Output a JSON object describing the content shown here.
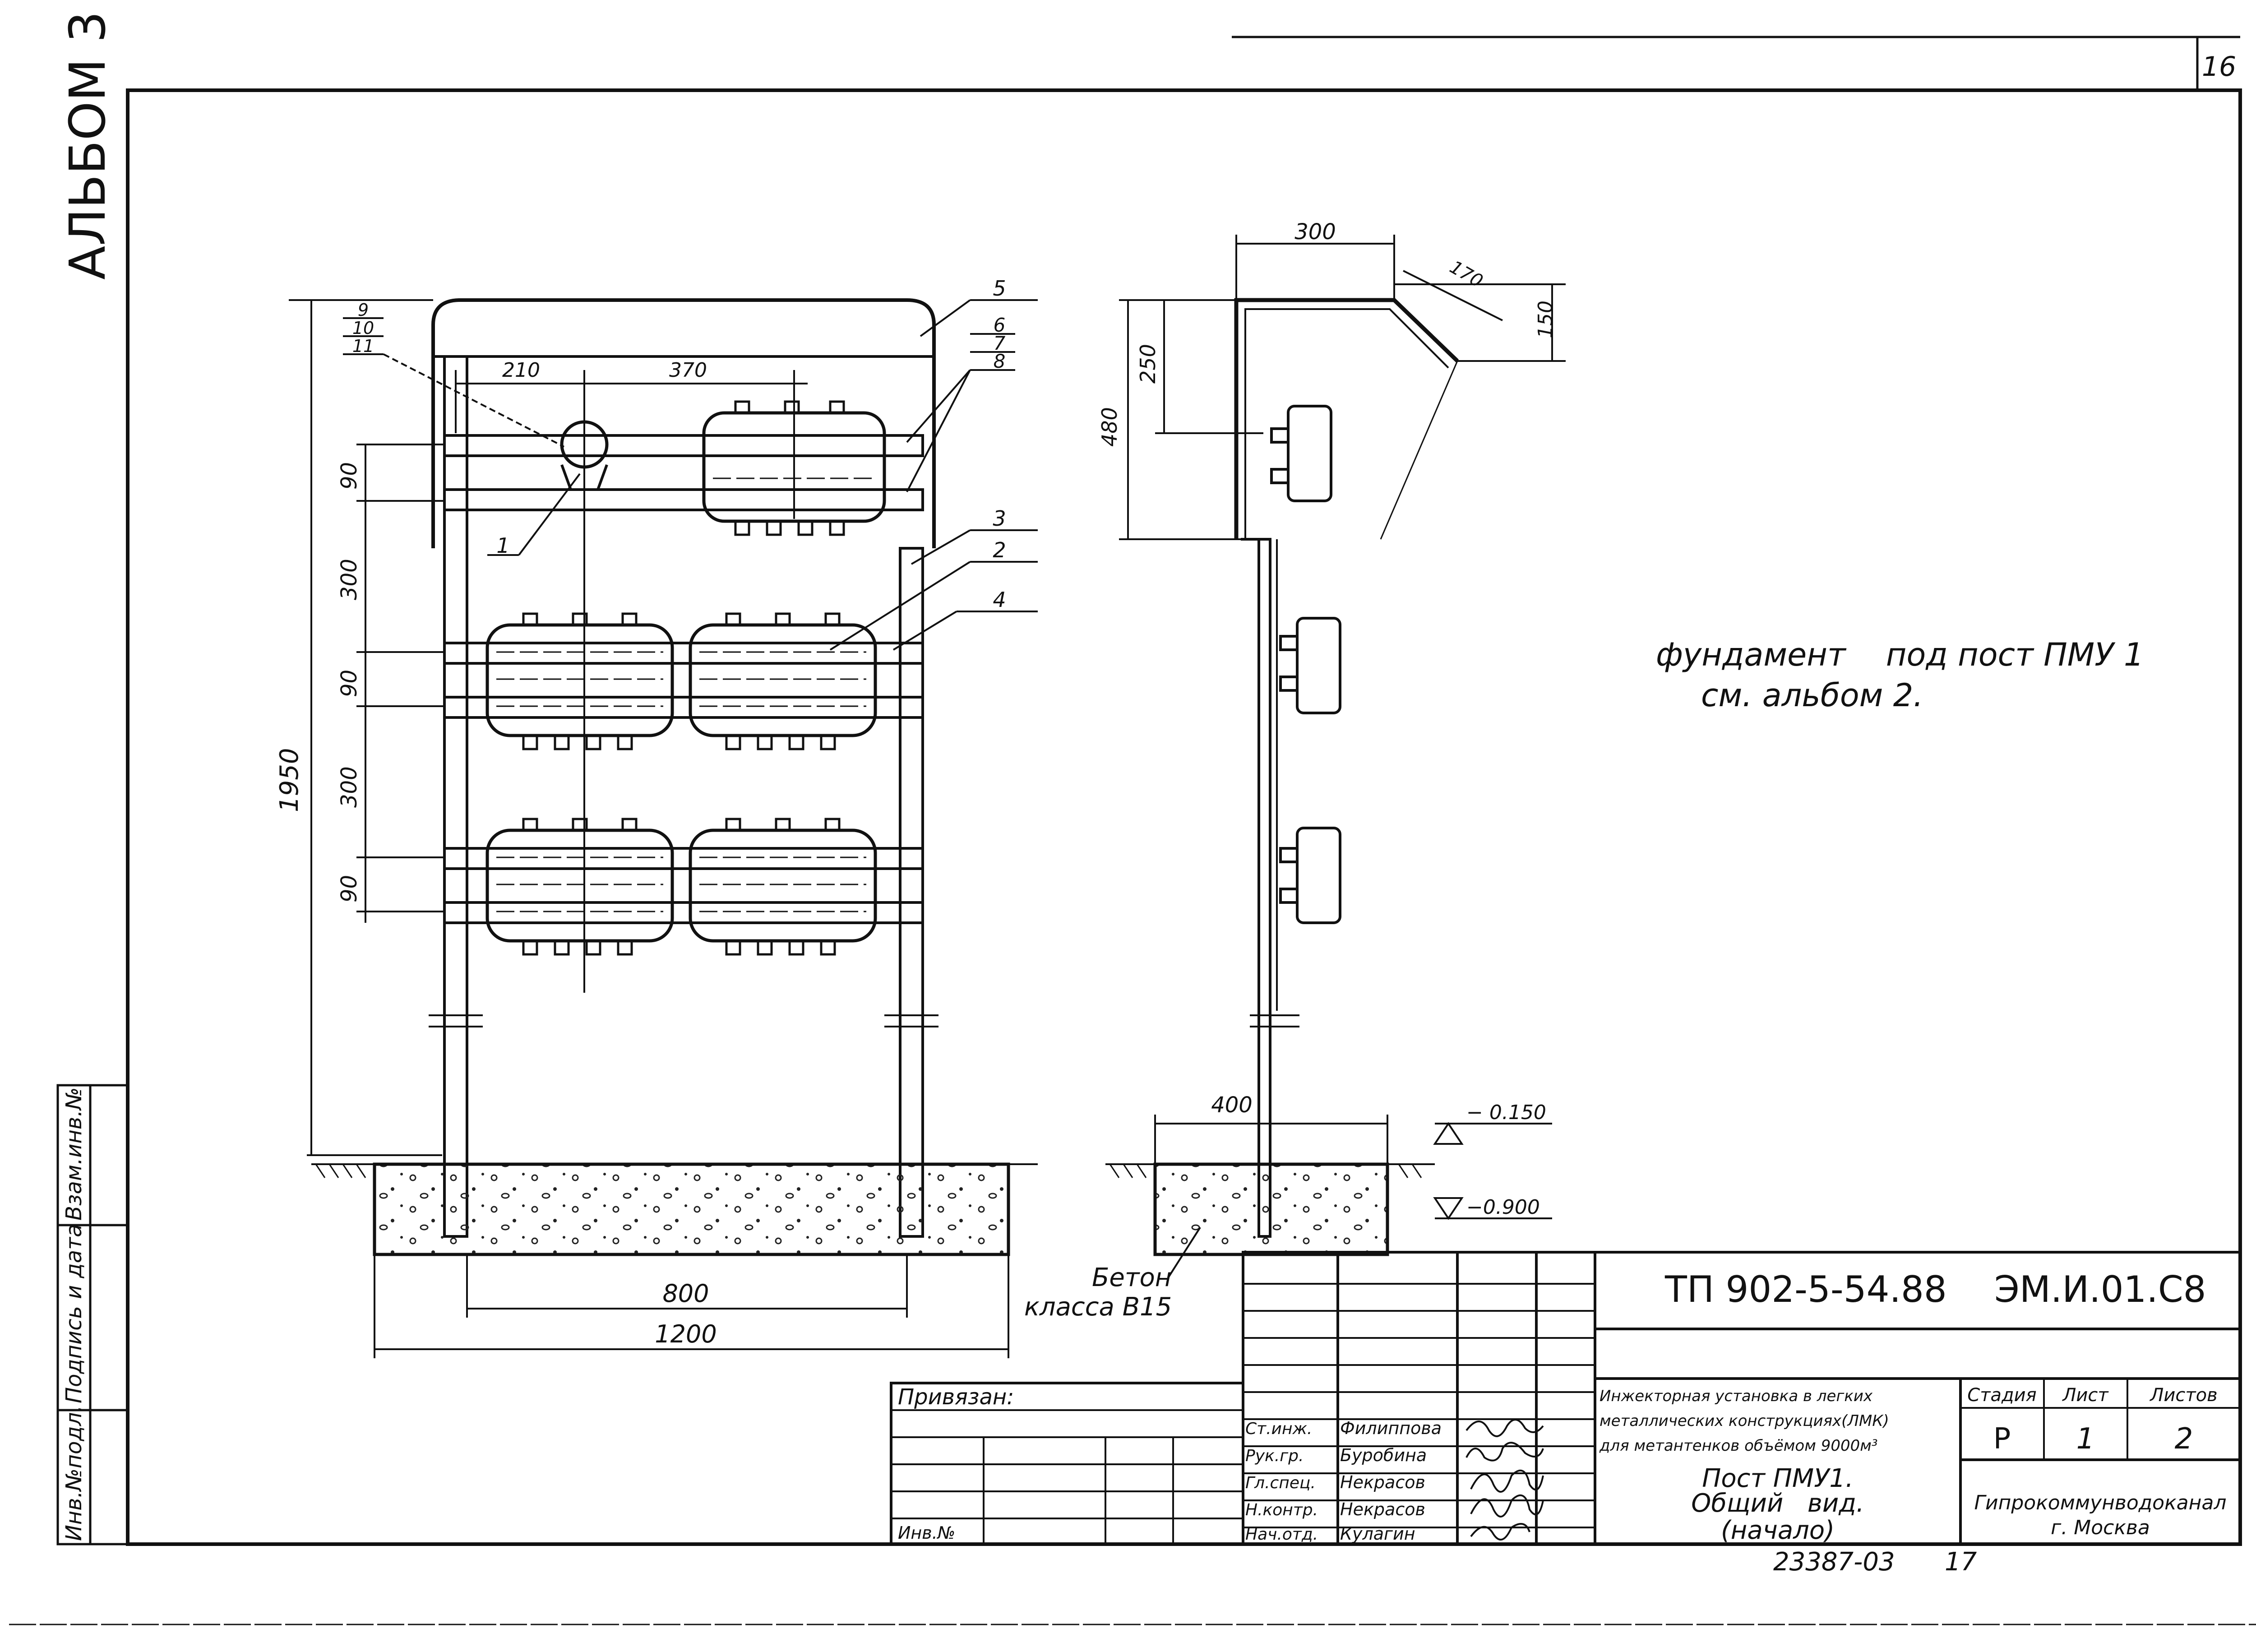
{
  "sheet": {
    "page_number": "16",
    "album_label": "АЛЬБОМ 3",
    "accent_color": "#111111"
  },
  "side_stamp": {
    "inv_orig": "Инв.№подл.",
    "sign_date": "Подпись и дата",
    "inv_replace": "Взам.инв.№"
  },
  "drawing": {
    "note_line1": "фундамент    под пост ПМУ 1",
    "note_line2": "см. альбом 2.",
    "concrete_line1": "Бетон",
    "concrete_line2": "класса В15",
    "dims_front": {
      "d210": "210",
      "d370": "370",
      "d1950": "1950",
      "d90a": "90",
      "d300a": "300",
      "d90b": "90",
      "d300b": "300",
      "d90c": "90",
      "d800": "800",
      "d1200": "1200"
    },
    "dims_side": {
      "d300": "300",
      "d170": "170",
      "d150": "150",
      "d250": "250",
      "d480": "480",
      "d400": "400",
      "lev1": "− 0.150",
      "lev2": "−0.900"
    },
    "callouts": [
      "1",
      "2",
      "3",
      "4",
      "5",
      "6",
      "7",
      "8",
      "9",
      "10",
      "11"
    ]
  },
  "title_block": {
    "code": "ТП 902-5-54.88",
    "mark": "ЭМ.И.01.С8",
    "bound_label": "Привязан:",
    "inv_label": "Инв.№",
    "project_line1": "Инжекторная установка в легких",
    "project_line2": "металлических конструкциях(ЛМК)",
    "project_line3": "для метантенков объёмом 9000м³",
    "sheet_title1": "Пост ПМУ1.",
    "sheet_title2": "Общий   вид.",
    "sheet_title3": "(начало)",
    "stage_label": "Стадия",
    "sheet_label": "Лист",
    "sheets_label": "Листов",
    "stage": "Р",
    "sheet": "1",
    "sheets": "2",
    "org1": "Гипрокоммунводоканал",
    "org2": "г. Москва",
    "roles": [
      {
        "role": "Ст.инж.",
        "name": "Филиппова"
      },
      {
        "role": "Рук.гр.",
        "name": "Буробина"
      },
      {
        "role": "Гл.спец.",
        "name": "Некрасов"
      },
      {
        "role": "Н.контр.",
        "name": "Некрасов"
      },
      {
        "role": "Нач.отд.",
        "name": "Кулагин"
      }
    ],
    "archive_no": "23387-03",
    "archive_page": "17"
  }
}
